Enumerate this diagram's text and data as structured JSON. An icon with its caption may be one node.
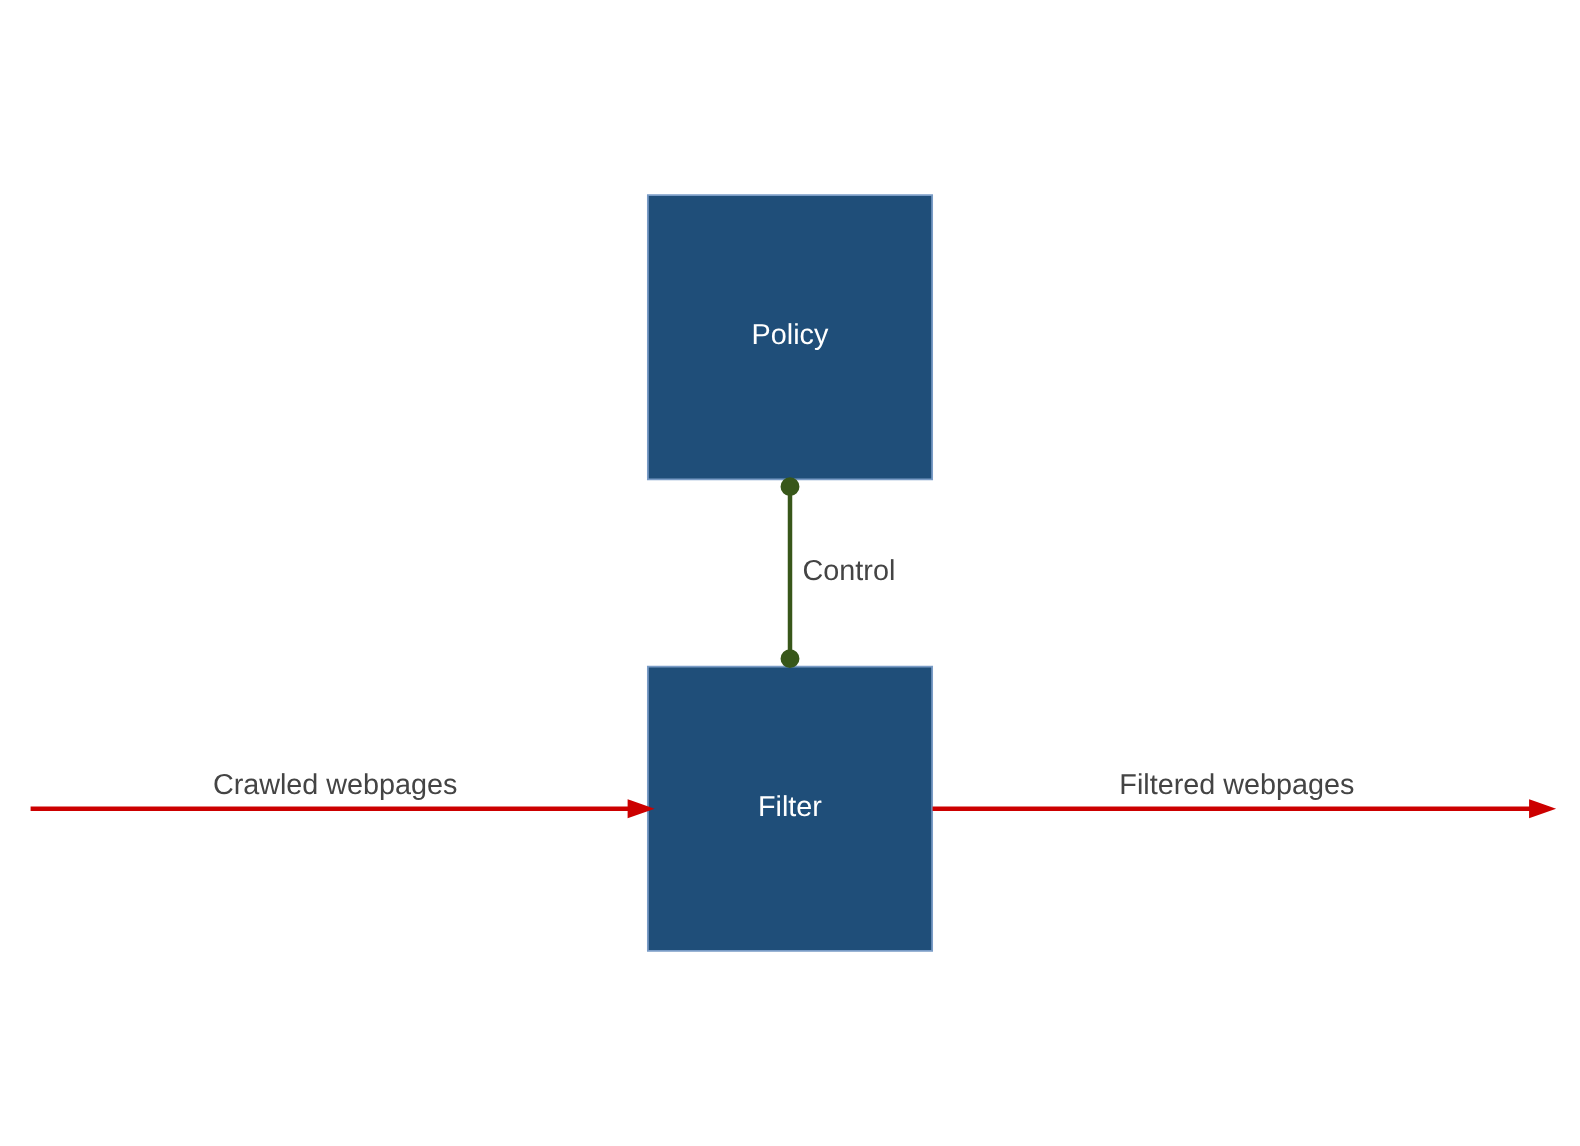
{
  "diagram": {
    "nodes": [
      {
        "text": [
          "Policy"
        ]
      },
      {
        "text": [
          "Filter"
        ]
      }
    ],
    "edges": [
      {
        "from": 0,
        "to": 1,
        "arrow": "other",
        "label": "Control",
        "color": "#38571a"
      },
      {
        "from": null,
        "to": 1,
        "arrow": "to",
        "label": "Crawled webpages"
      },
      {
        "from": 1,
        "to": null,
        "arrow": "to",
        "label": "Filtered webpages"
      }
    ]
  }
}
